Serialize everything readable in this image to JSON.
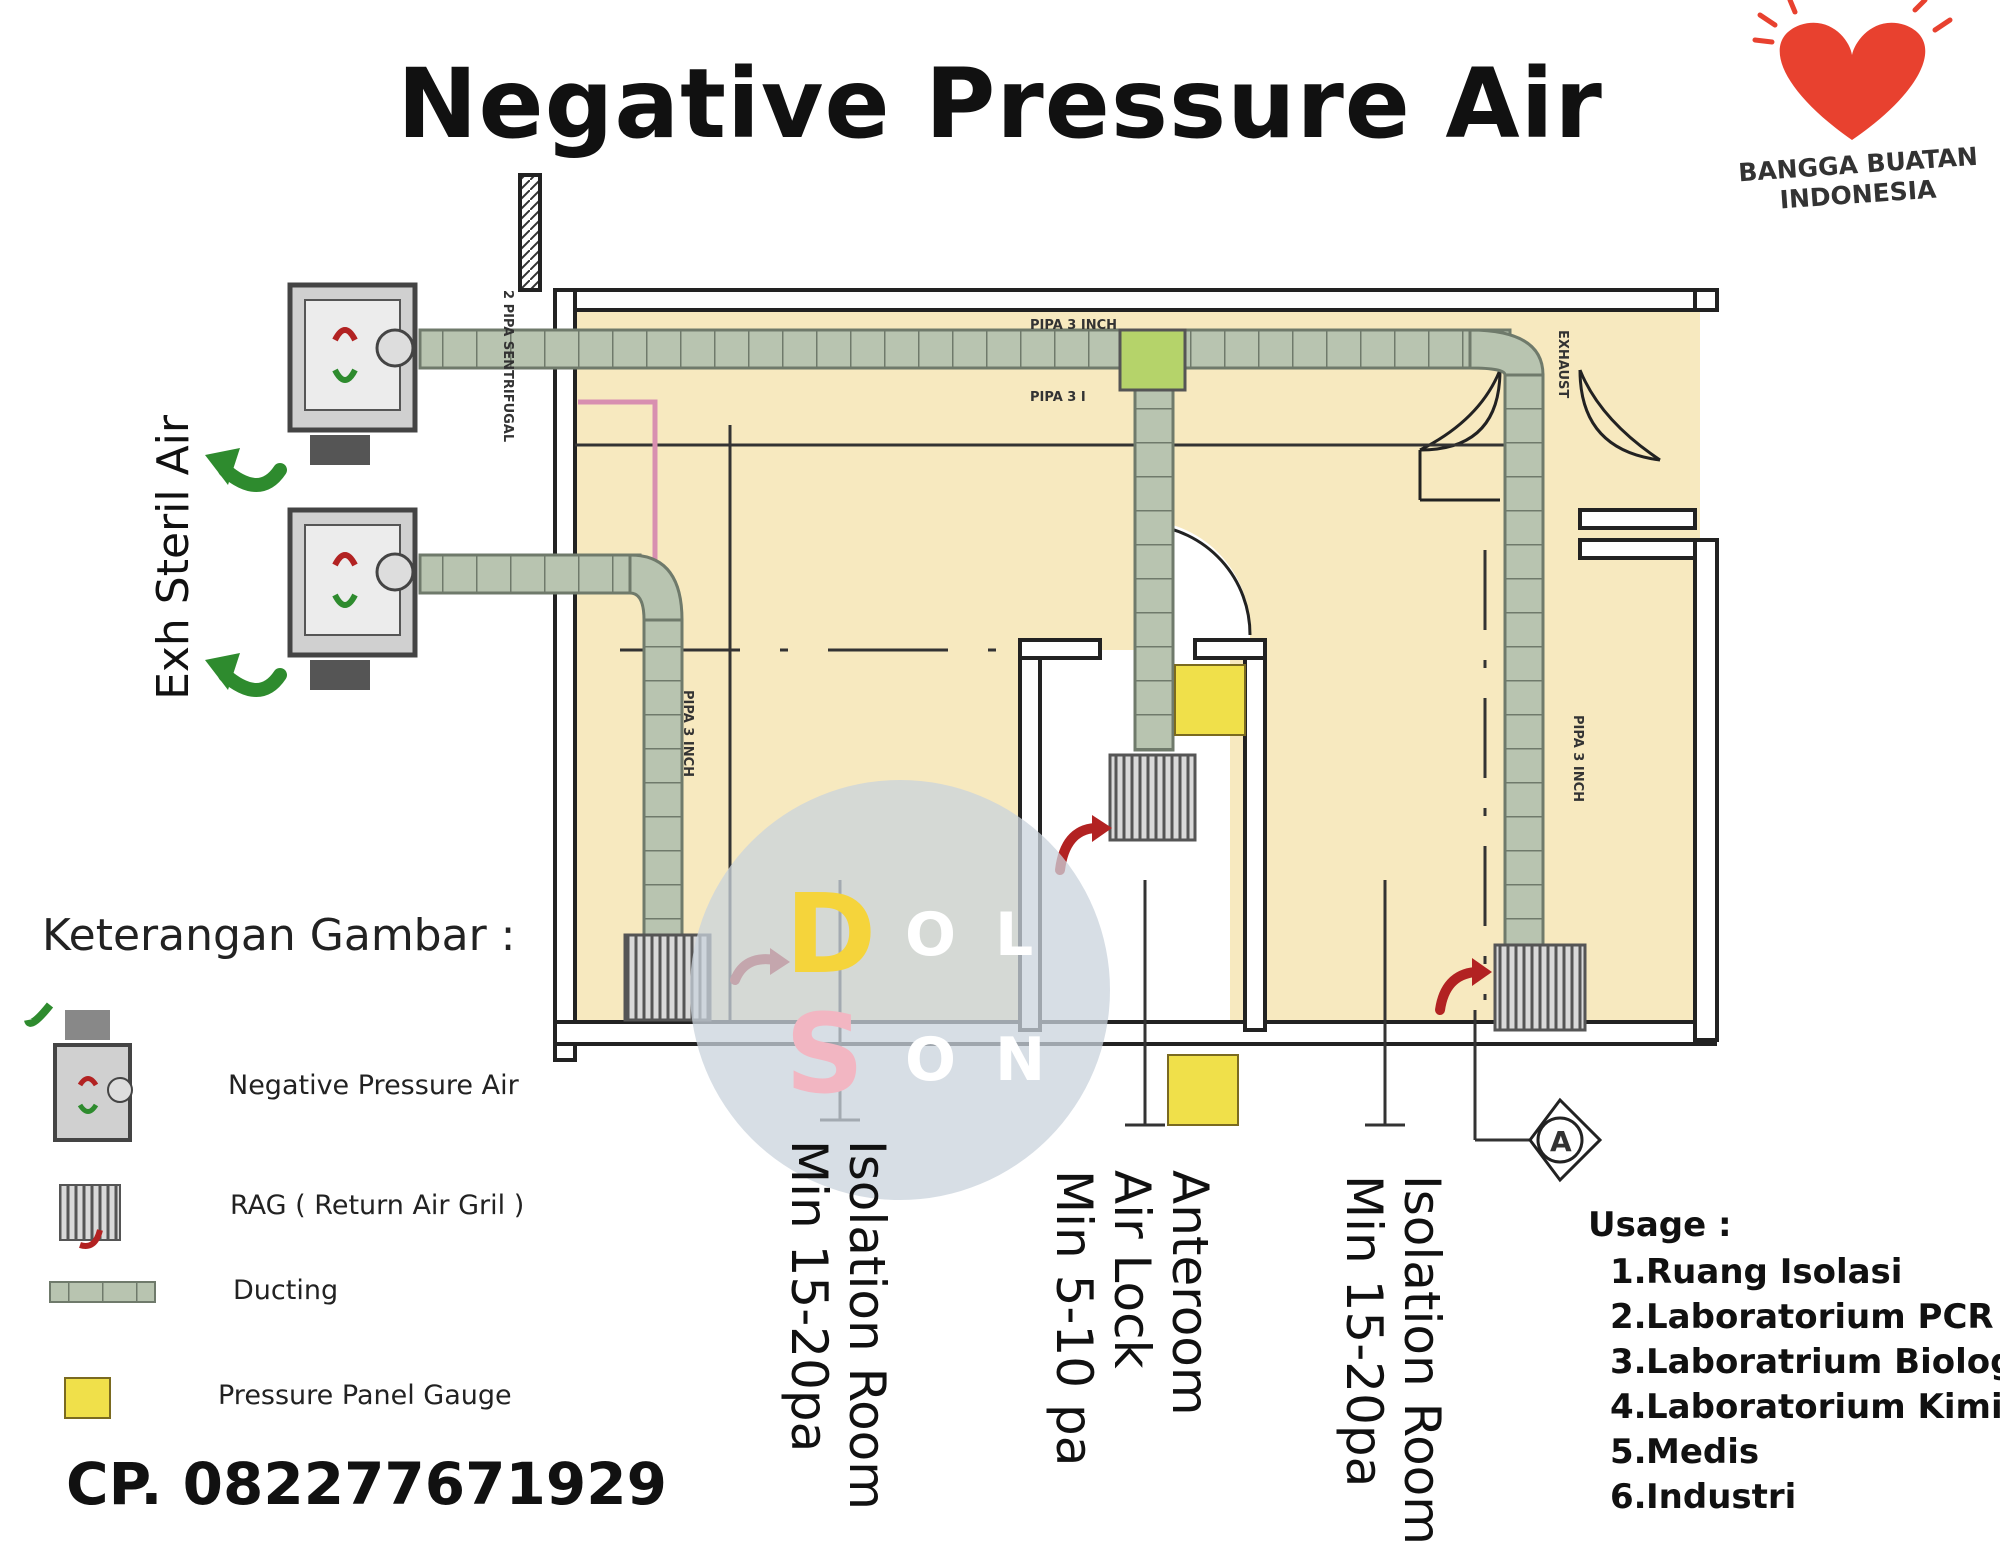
{
  "title": "Negative Pressure Air",
  "logo": {
    "line1": "BANGGA BUATAN",
    "line2": "INDONESIA"
  },
  "side_label": "Exh Steril Air",
  "rooms": [
    {
      "line1": "Isolation Room",
      "line2": "Min 15-20pa"
    },
    {
      "line1": "Anteroom",
      "line2": "Air Lock",
      "line3": "Min 5-10 pa"
    },
    {
      "line1": "Isolation Room",
      "line2": "Min 15-20pa"
    }
  ],
  "plan_labels": {
    "pipe_top": "PIPA 3 INCH",
    "pipe_top2": "PIPA 3 I",
    "pipe_left": "PIPA 3 INCH",
    "pipe_right": "PIPA 3 INCH",
    "sentrifugal": "2 PIPA SENTRIFUGAL",
    "exhaust": "EXHAUST",
    "gauge_symbol": "A"
  },
  "watermark": {
    "letters": [
      "D",
      "O",
      "L",
      "S",
      "O",
      "N"
    ]
  },
  "legend": {
    "title": "Keterangan Gambar :",
    "items": [
      {
        "icon": "negative-pressure-unit-icon",
        "label": "Negative Pressure Air"
      },
      {
        "icon": "return-air-grille-icon",
        "label": "RAG ( Return Air Gril )"
      },
      {
        "icon": "ducting-icon",
        "label": "Ducting"
      },
      {
        "icon": "pressure-gauge-icon",
        "label": "Pressure Panel Gauge"
      }
    ]
  },
  "contact": "CP. 082277671929",
  "usage": {
    "title": "Usage :",
    "items": [
      {
        "num": "1.",
        "label": "Ruang Isolasi"
      },
      {
        "num": "2.",
        "label": "Laboratorium PCR"
      },
      {
        "num": "3.",
        "label": "Laboratrium Biologi"
      },
      {
        "num": "4.",
        "label": "Laboratorium Kimia"
      },
      {
        "num": "5.",
        "label": "Medis"
      },
      {
        "num": "6.",
        "label": "Industri"
      }
    ]
  },
  "colors": {
    "floor": "#f7e9bf",
    "duct": "#b8c4b0",
    "duct_stroke": "#6f7a6b",
    "arrow_green": "#2e8b2e",
    "arrow_red": "#b22222",
    "gauge": "#f0e04a",
    "watermark_circle": "#c9d3dc",
    "heart": "#e8412f"
  }
}
